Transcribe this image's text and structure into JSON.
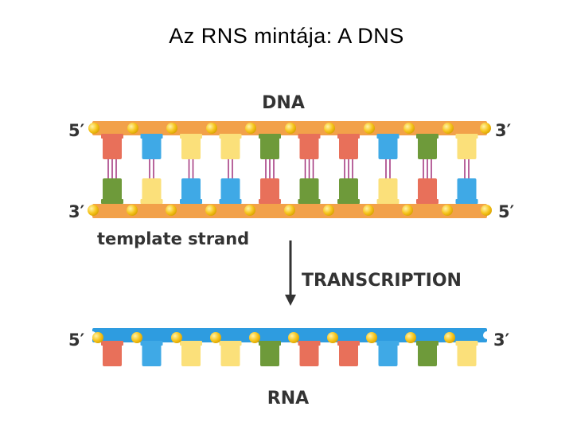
{
  "slide": {
    "title": "Az RNS mintája: A DNS"
  },
  "diagram": {
    "dna_label": "DNA",
    "rna_label": "RNA",
    "template_strand_label": "template strand",
    "process_label": "TRANSCRIPTION",
    "dna_top_left_end": "5′",
    "dna_top_right_end": "3′",
    "dna_bottom_left_end": "3′",
    "dna_bottom_right_end": "5′",
    "rna_left_end": "5′",
    "rna_right_end": "3′",
    "colors": {
      "dna_backbone": "#F2A14A",
      "rna_backbone": "#2E9CE0",
      "phosphate": "#F7C51E",
      "red": "#E8705A",
      "blue": "#3FA9E6",
      "yellow": "#FBE07A",
      "green": "#6E9A3A",
      "hbond": "#A0317A",
      "text": "#333333"
    },
    "coding_strand": [
      "red",
      "blue",
      "yellow",
      "yellow",
      "green",
      "red",
      "red",
      "blue",
      "green",
      "yellow"
    ],
    "template_strand": [
      "green",
      "yellow",
      "blue",
      "blue",
      "red",
      "green",
      "green",
      "yellow",
      "red",
      "blue"
    ],
    "rna_strand": [
      "red",
      "blue",
      "yellow",
      "yellow",
      "green",
      "red",
      "red",
      "blue",
      "green",
      "yellow"
    ]
  }
}
